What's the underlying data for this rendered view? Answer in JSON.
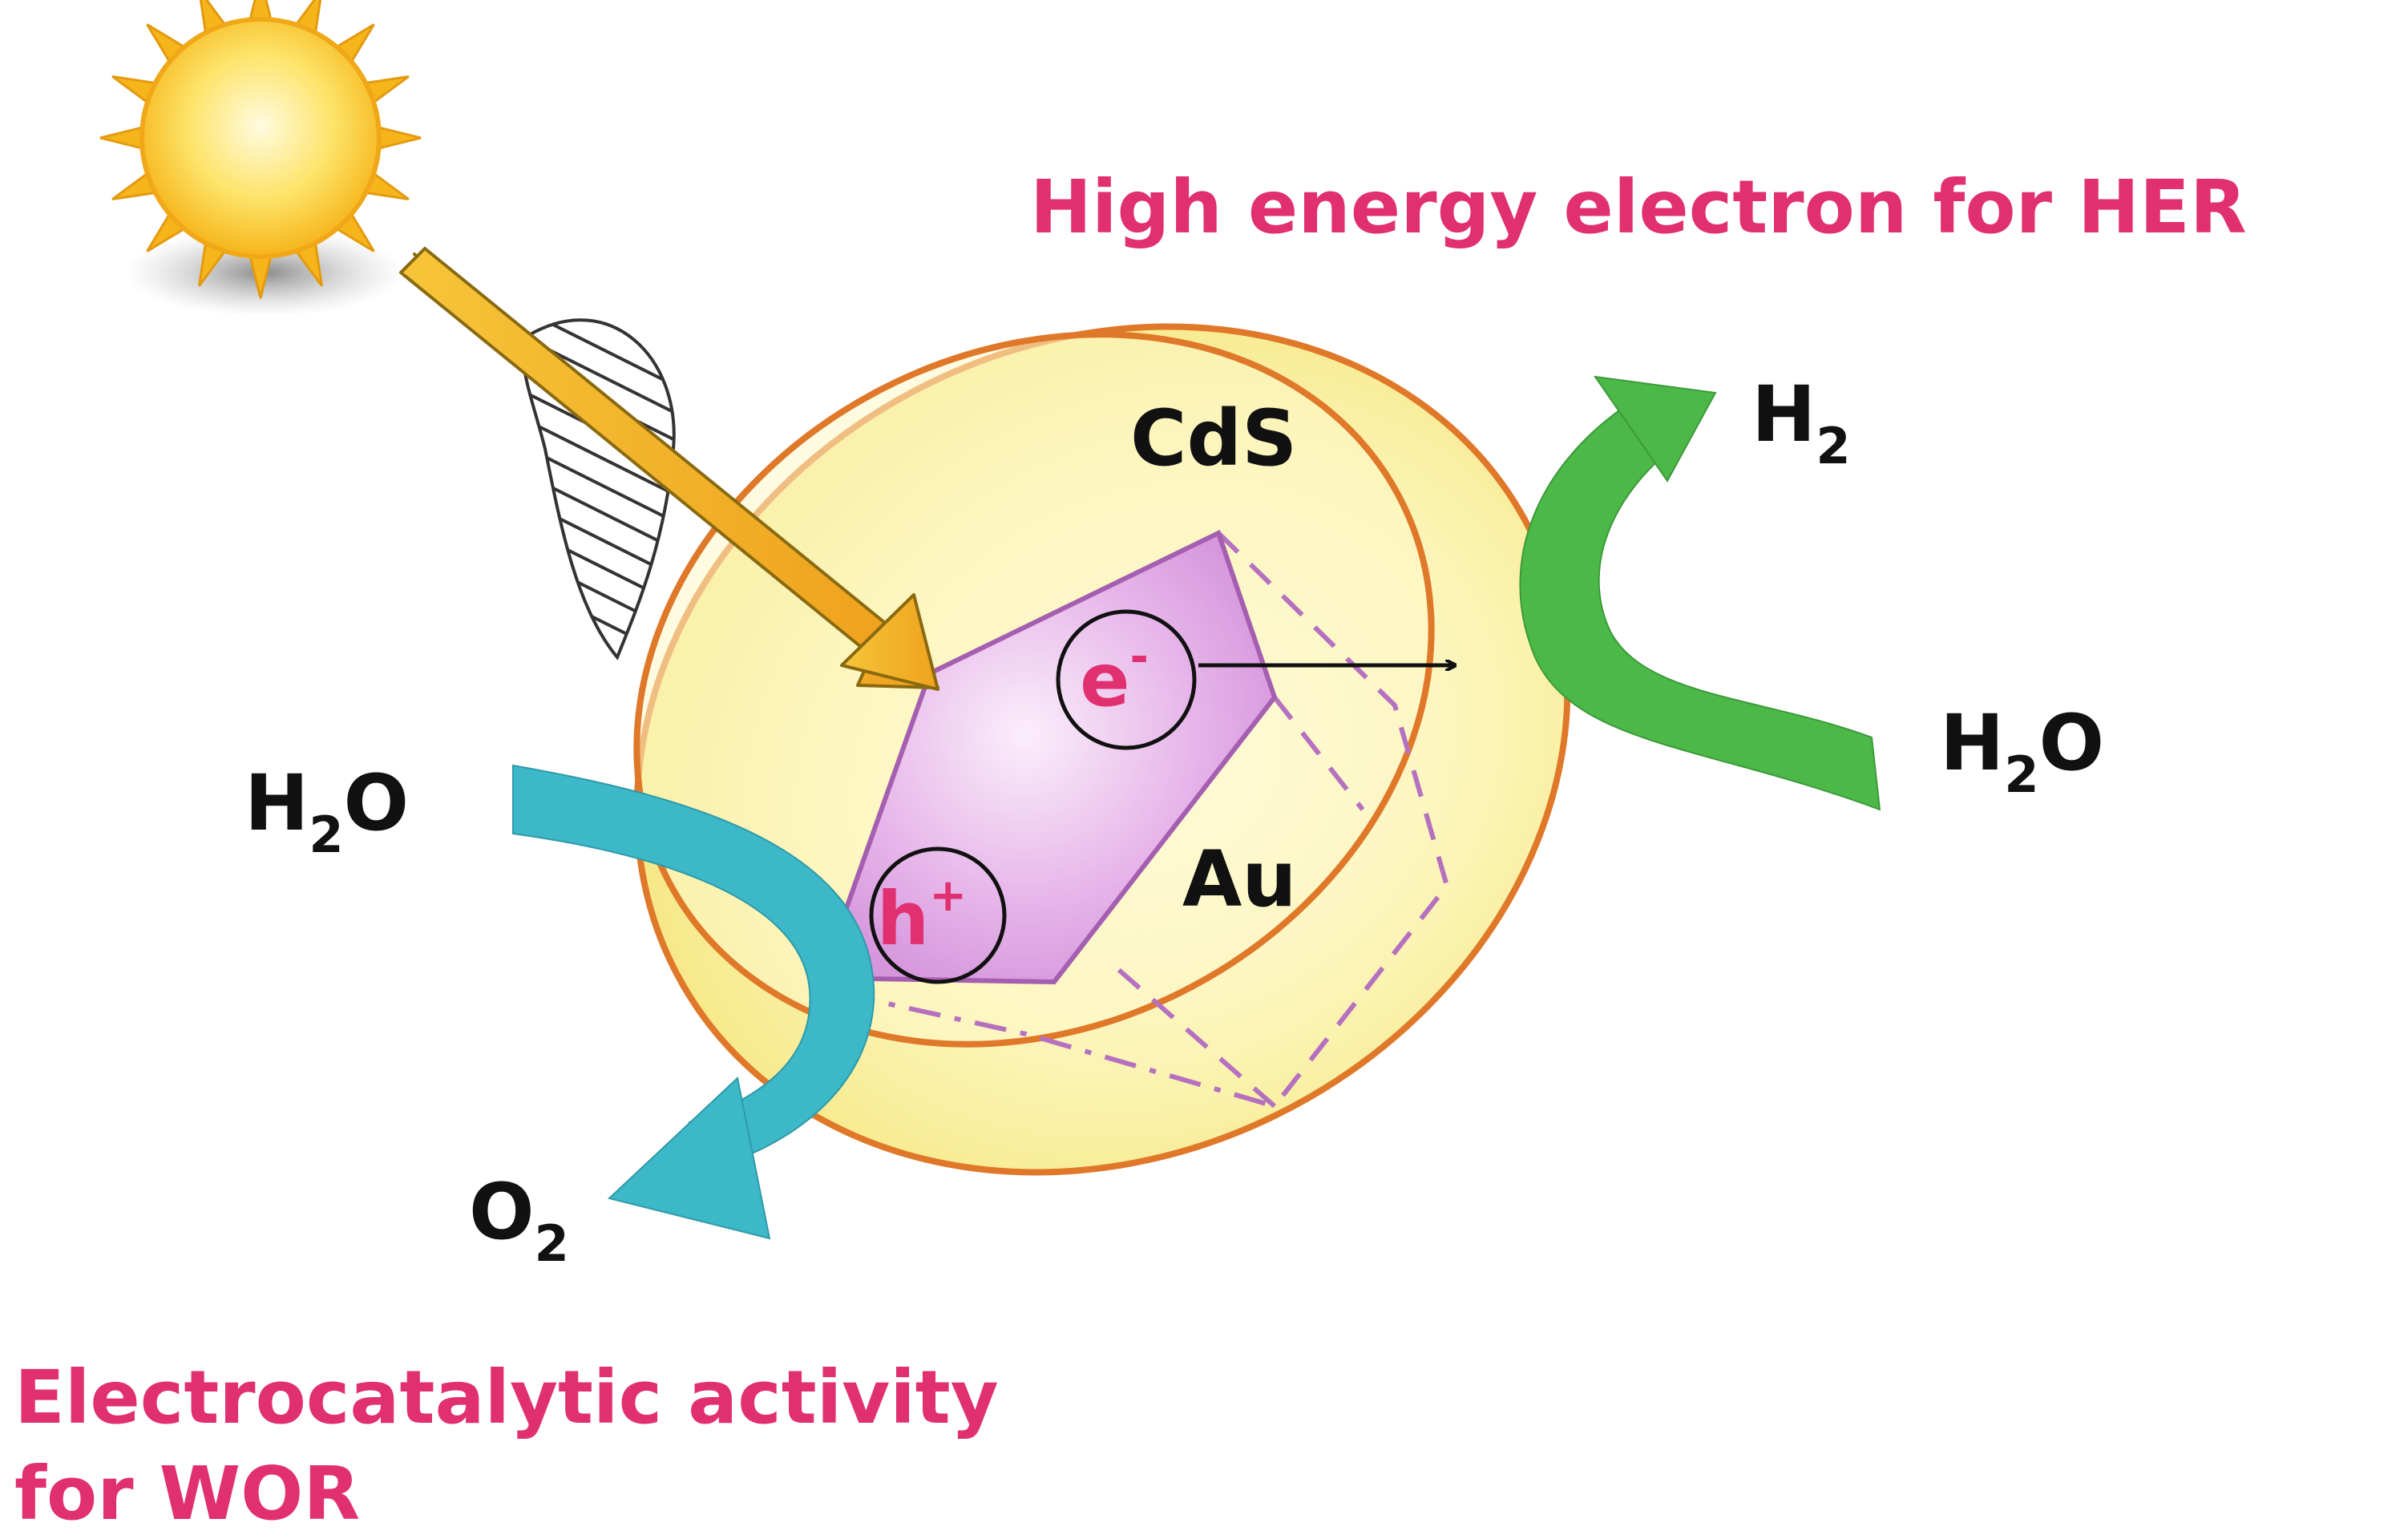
{
  "labels": {
    "her_title": "High energy electron for HER",
    "wor_line1": "Electrocatalytic activity",
    "wor_line2": "for WOR",
    "shell": "CdS",
    "core": "Au",
    "h2_right": {
      "main": "H",
      "sub": "2"
    },
    "h2o_right": {
      "main1": "H",
      "sub": "2",
      "main2": "O"
    },
    "h2o_left": {
      "main1": "H",
      "sub": "2",
      "main2": "O"
    },
    "o2_left": {
      "main": "O",
      "sub": "2"
    },
    "electron": {
      "main": "e",
      "sup": "-"
    },
    "hole": {
      "main": "h",
      "sup": "+"
    }
  },
  "colors": {
    "accent_text": "#e0306f",
    "shell_fill": "#fbf3a8",
    "shell_stroke": "#e0782a",
    "core_fill": "#dba4e0",
    "core_stroke": "#a55fb0",
    "sun": "#f6b51a",
    "light_arrow": "#f3b52a",
    "her_arrow": "#4cb848",
    "wor_arrow": "#3cb8c9"
  },
  "icons": {
    "sun": "sun-icon",
    "light_wave": "wave-packet-icon"
  }
}
